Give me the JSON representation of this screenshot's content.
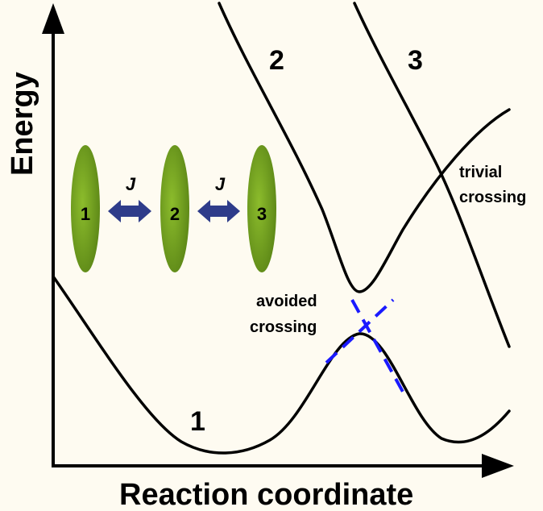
{
  "axes": {
    "x_label": "Reaction coordinate",
    "y_label": "Energy"
  },
  "curves": {
    "state_1_label": "1",
    "state_2_label": "2",
    "state_3_label": "3"
  },
  "annotations": {
    "trivial_line1": "trivial",
    "trivial_line2": "crossing",
    "avoided_line1": "avoided",
    "avoided_line2": "crossing"
  },
  "chain": {
    "site_labels": [
      "1",
      "2",
      "3"
    ],
    "coupling_label": "J"
  },
  "colors": {
    "background": "#fefbf1",
    "curve": "#000000",
    "diabatic": "#1a1aff",
    "site_fill": "#6e9a1f",
    "arrow_fill": "#2e3c8a"
  }
}
